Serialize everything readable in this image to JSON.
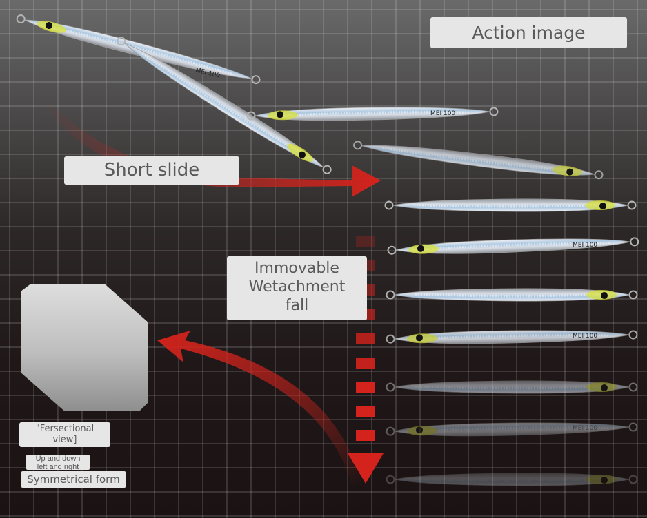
{
  "title": "Action image",
  "labels": {
    "short_slide": "Short slide",
    "fall_line1": "Immovable",
    "fall_line2": "Wetachment",
    "fall_line3": "fall",
    "section_line1": "\"Fersectional",
    "section_line2": "view]",
    "updown_line1": "Up and down",
    "updown_line2": "left and right",
    "symmetrical": "Symmetrical form"
  },
  "lure_mark": "MEI 100",
  "colors": {
    "arrow_red": "#d4231c",
    "label_bg": "#e6e6e6",
    "label_text": "#5a5a5a"
  },
  "icons": [
    "lure-icon",
    "curved-arrow-icon",
    "dashed-down-arrow-icon",
    "cross-section-icon"
  ]
}
